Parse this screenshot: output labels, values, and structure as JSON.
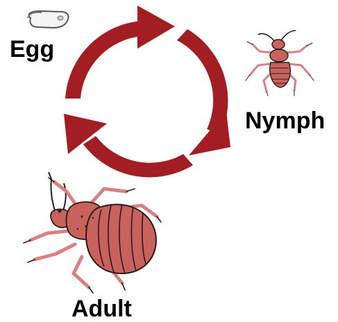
{
  "stages": {
    "egg": {
      "label": "Egg"
    },
    "nymph": {
      "label": "Nymph"
    },
    "adult": {
      "label": "Adult"
    }
  },
  "colors": {
    "cycle_arrow": "#a31e22",
    "bug_body": "#c9625d",
    "bug_outline": "#2a1a1a",
    "leg": "#d98080",
    "egg_fill": "#f4f4f4",
    "egg_outline": "#555555"
  },
  "icons": {
    "egg": "egg-icon",
    "nymph": "nymph-bug-icon",
    "adult": "adult-bedbug-icon",
    "cycle": "cycle-arrows-icon"
  }
}
